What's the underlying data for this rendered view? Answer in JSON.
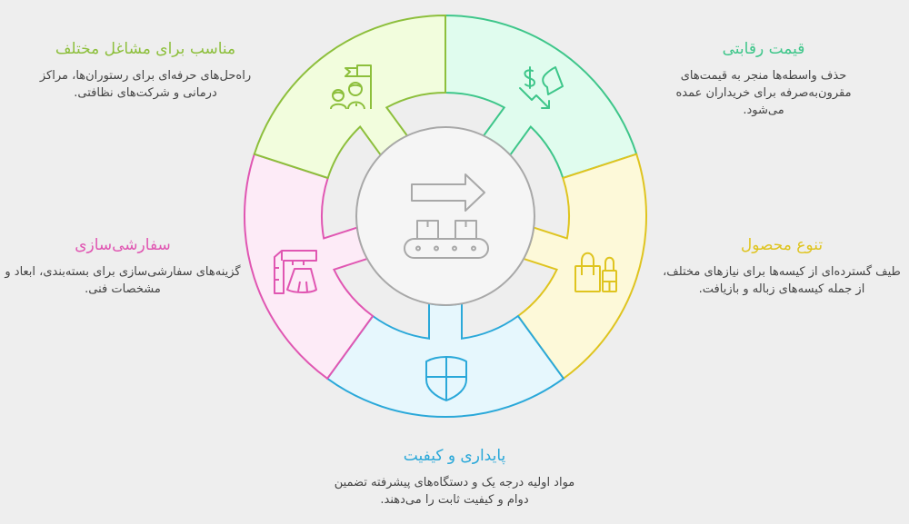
{
  "center": {
    "icon": "conveyor-belt-icon",
    "stroke": "#a8a8a8",
    "fill": "#f5f5f5"
  },
  "segments": [
    {
      "id": "competitive-price",
      "title": "قیمت رقابتی",
      "description": "حذف واسطه‌ها منجر به قیمت‌های مقرون‌به‌صرفه برای خریداران عمده می‌شود.",
      "icon": "price-drop-icon",
      "stroke": "#3ec68a",
      "fill": "#e0fcee"
    },
    {
      "id": "product-variety",
      "title": "تنوع محصول",
      "description": "طیف گسترده‌ای از کیسه‌ها برای نیازهای مختلف، از جمله کیسه‌های زباله و بازیافت.",
      "icon": "shopping-bags-icon",
      "stroke": "#dfc41f",
      "fill": "#fdf9d9"
    },
    {
      "id": "durability-quality",
      "title": "پایداری و کیفیت",
      "description": "مواد اولیه درجه یک و دستگاه‌های پیشرفته تضمین دوام و کیفیت ثابت را می‌دهند.",
      "icon": "shield-icon",
      "stroke": "#2aa8d9",
      "fill": "#e6f7fd"
    },
    {
      "id": "customization",
      "title": "سفارشی‌سازی",
      "description": "گزینه‌های سفارشی‌سازی برای بسته‌بندی، ابعاد و مشخصات فنی.",
      "icon": "ruler-skirt-icon",
      "stroke": "#e056b2",
      "fill": "#fdebf7"
    },
    {
      "id": "various-businesses",
      "title": "مناسب برای مشاغل مختلف",
      "description": "راه‌حل‌های حرفه‌ای برای رستوران‌ها، مراکز درمانی و شرکت‌های نظافتی.",
      "icon": "team-flag-icon",
      "stroke": "#8dbf3c",
      "fill": "#f2fddd"
    }
  ]
}
